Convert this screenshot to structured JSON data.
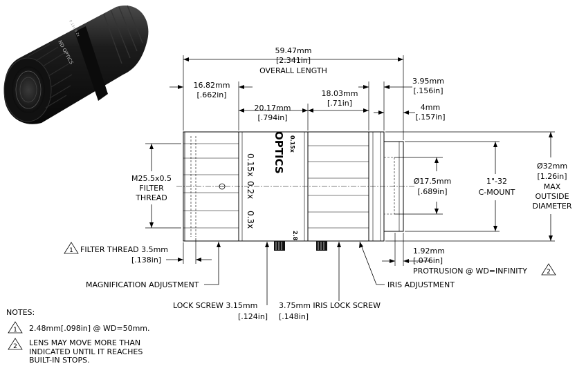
{
  "dimensions": {
    "overall_length_mm": "59.47mm",
    "overall_length_in": "[2.341in]",
    "overall_length_label": "OVERALL LENGTH",
    "front_mm": "16.82mm",
    "front_in": "[.662in]",
    "mid_mm": "20.17mm",
    "mid_in": "[.794in]",
    "rear_mm": "18.03mm",
    "rear_in": "[.71in]",
    "flange_mm": "3.95mm",
    "flange_in": "[.156in]",
    "mount_len_mm": "4mm",
    "mount_len_in": "[.157in]",
    "bore_mm": "Ø17.5mm",
    "bore_in": "[.689in]",
    "cmount_1": "1\"-32",
    "cmount_2": "C-MOUNT",
    "max_mm": "Ø32mm",
    "max_in": "[1.26in]",
    "max_l1": "MAX",
    "max_l2": "OUTSIDE",
    "max_l3": "DIAMETER",
    "filter_l1": "M25.5x0.5",
    "filter_l2": "FILTER",
    "filter_l3": "THREAD",
    "ft_label": "FILTER THREAD 3.5mm",
    "ft_in": "[.138in]",
    "protr_mm": "1.92mm",
    "protr_in": "[.076in]",
    "protr_label": "PROTRUSION @ WD=INFINITY",
    "mag_label": "MAGNIFICATION ADJUSTMENT",
    "iris_label": "IRIS ADJUSTMENT",
    "lock_label": "LOCK SCREW 3.15mm",
    "lock_in": "[.124in]",
    "iris_lock_label": "3.75mm IRIS LOCK SCREW",
    "iris_lock_in": "[.148in]"
  },
  "lens_marks": {
    "m1": "0.15x",
    "m2": "0.2x",
    "m3": "0.3x",
    "mid_small": "0.15x",
    "brand": "OPTICS",
    "iris_small": "2.8"
  },
  "notes": {
    "title": "NOTES:",
    "n1_num": "1",
    "n1": "2.48mm[.098in] @ WD=50mm.",
    "n2_num": "2",
    "n2_l1": "LENS MAY MOVE MORE THAN",
    "n2_l2": "INDICATED UNTIL IT REACHES",
    "n2_l3": "BUILT-IN STOPS.",
    "ref1": "1",
    "ref2": "2"
  },
  "thumbnail": {
    "brand": "ND OPTICS",
    "marks": "0.15x  0.2x"
  }
}
